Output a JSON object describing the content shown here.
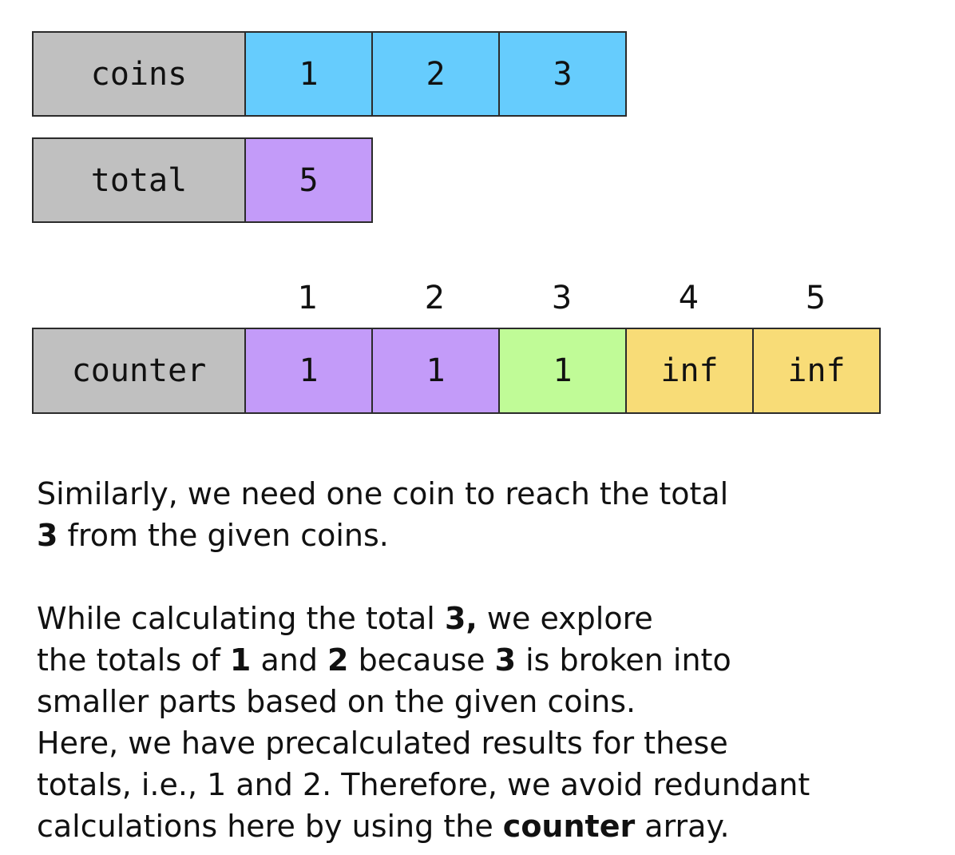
{
  "coins": {
    "label": "coins",
    "values": [
      "1",
      "2",
      "3"
    ],
    "color": "#66ccfd"
  },
  "total": {
    "label": "total",
    "value": "5",
    "color": "#c39bf9"
  },
  "counter": {
    "label": "counter",
    "indices": [
      "1",
      "2",
      "3",
      "4",
      "5"
    ],
    "values": [
      "1",
      "1",
      "1",
      "inf",
      "inf"
    ],
    "colors": [
      "#c39bf9",
      "#c39bf9",
      "#c0fb97",
      "#f8dc77",
      "#f8dc77"
    ]
  },
  "text": {
    "p1": {
      "l1": "Similarly, we need one coin to reach the total",
      "l2_b": "3",
      "l2": " from the given coins."
    },
    "p2": {
      "l1": "While calculating the total ",
      "l1_b": "3,",
      "l1_end": " we explore",
      "l2_a": "the totals of ",
      "l2_b1": "1",
      "l2_c": " and ",
      "l2_b2": "2",
      "l2_d": " because ",
      "l2_b3": "3",
      "l2_e": " is broken into",
      "l3": "smaller parts based on the given coins.",
      "l4": "Here, we have precalculated results for these",
      "l5": "totals, i.e., 1 and 2. Therefore, we avoid redundant",
      "l6_a": "calculations here by using the ",
      "l6_b": "counter",
      "l6_c": " array."
    }
  }
}
